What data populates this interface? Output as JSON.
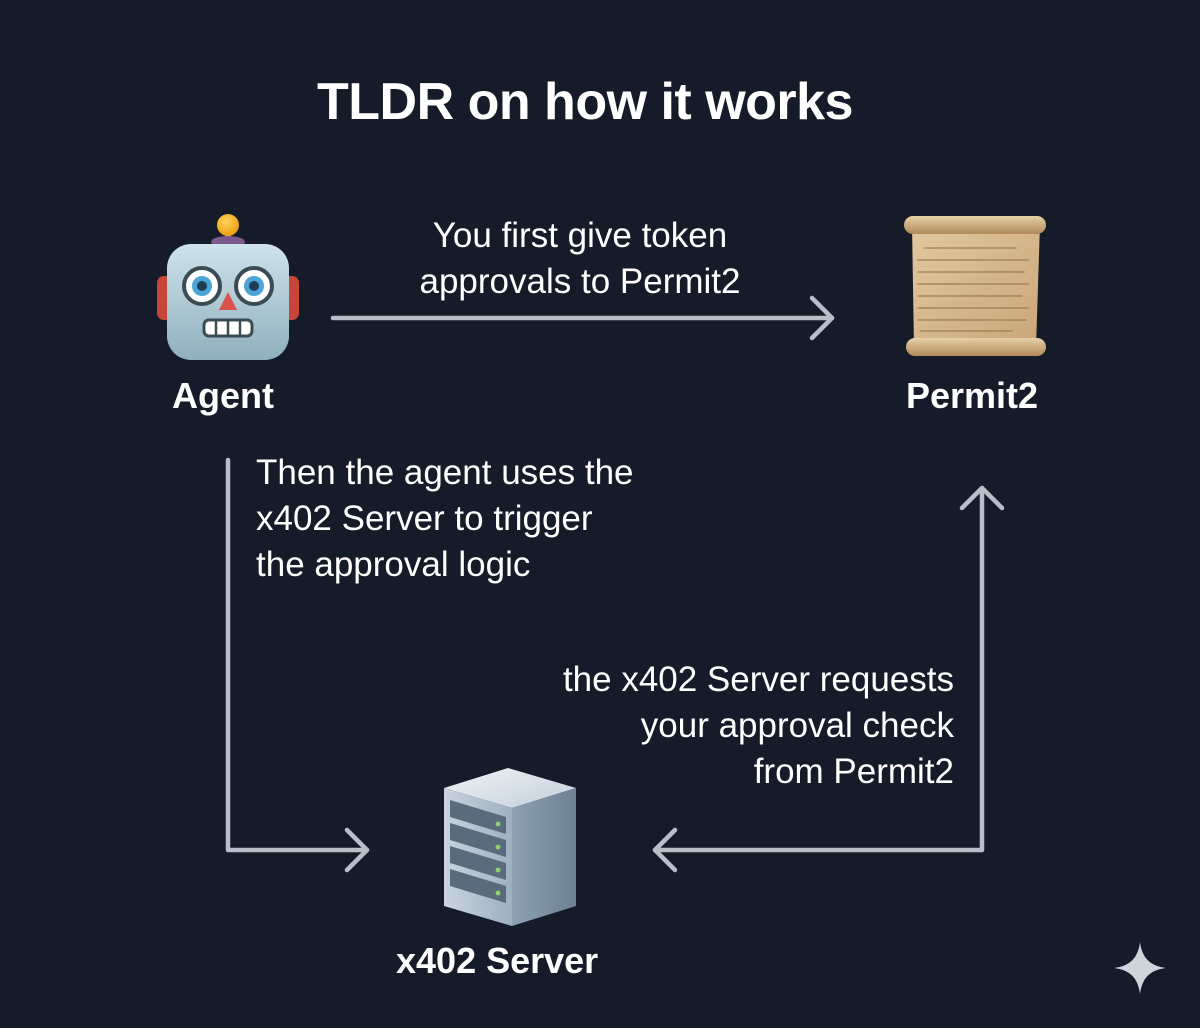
{
  "title": "TLDR on how it works",
  "nodes": {
    "agent": {
      "label": "Agent",
      "icon": "robot-icon"
    },
    "permit2": {
      "label": "Permit2",
      "icon": "scroll-icon"
    },
    "server": {
      "label": "x402 Server",
      "icon": "server-icon"
    }
  },
  "steps": {
    "step1": "You first give token\napprovals to Permit2",
    "step2": "Then the agent uses the\nx402 Server to trigger\nthe approval logic",
    "step3": "the x402 Server requests\nyour approval check\nfrom Permit2"
  },
  "colors": {
    "background": "#151b29",
    "arrow": "#b9bec8",
    "text": "#ffffff"
  },
  "watermark_icon": "sparkle-icon"
}
